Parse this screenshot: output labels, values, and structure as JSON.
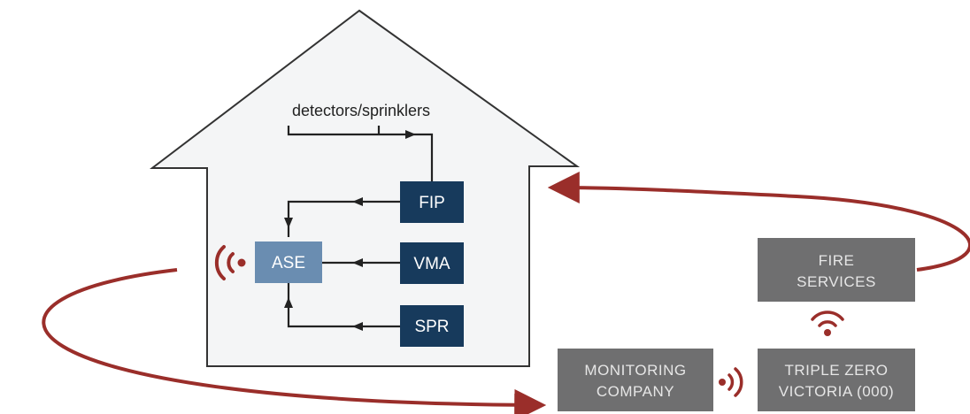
{
  "house": {
    "detectors_label": "detectors/sprinklers"
  },
  "nodes": {
    "fip": "FIP",
    "vma": "VMA",
    "spr": "SPR",
    "ase": "ASE"
  },
  "external": {
    "fire_services": [
      "FIRE",
      "SERVICES"
    ],
    "monitoring_company": [
      "MONITORING",
      "COMPANY"
    ],
    "triple_zero": [
      "TRIPLE ZERO",
      "VICTORIA (000)"
    ]
  },
  "colors": {
    "house_fill": "#f4f5f6",
    "house_stroke": "#333333",
    "node_dark": "#173a5c",
    "node_ase": "#6a8db1",
    "ext_box": "#6f6f70",
    "accent_red": "#9a2e2a",
    "wire": "#222222"
  },
  "icons": [
    "wireless-signal-icon"
  ]
}
